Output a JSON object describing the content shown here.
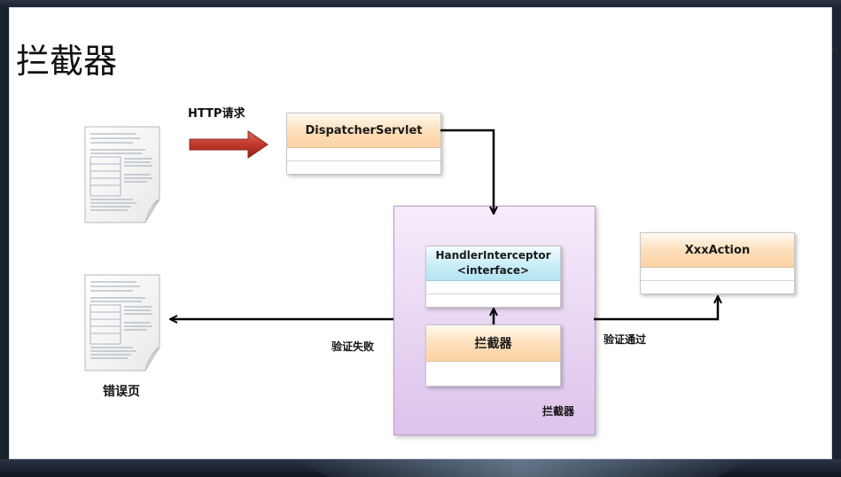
{
  "slide": {
    "title": "拦截器"
  },
  "request": {
    "label": "HTTP请求"
  },
  "dispatcher": {
    "name": "DispatcherServlet"
  },
  "interceptor_group": {
    "label": "拦截器"
  },
  "handler_interceptor": {
    "name_line1": "HandlerInterceptor",
    "name_line2": "<interface>"
  },
  "inner_interceptor": {
    "name": "拦截器"
  },
  "action": {
    "name": "XxxAction"
  },
  "flows": {
    "success": "验证通过",
    "failure": "验证失败"
  },
  "error_page": {
    "label": "错误页"
  },
  "colors": {
    "box_header": "#fbd8ac",
    "interface_header": "#c6ecf7",
    "group_fill": "#e6d2f1",
    "request_arrow": "#c0392b",
    "connector": "#000000"
  }
}
